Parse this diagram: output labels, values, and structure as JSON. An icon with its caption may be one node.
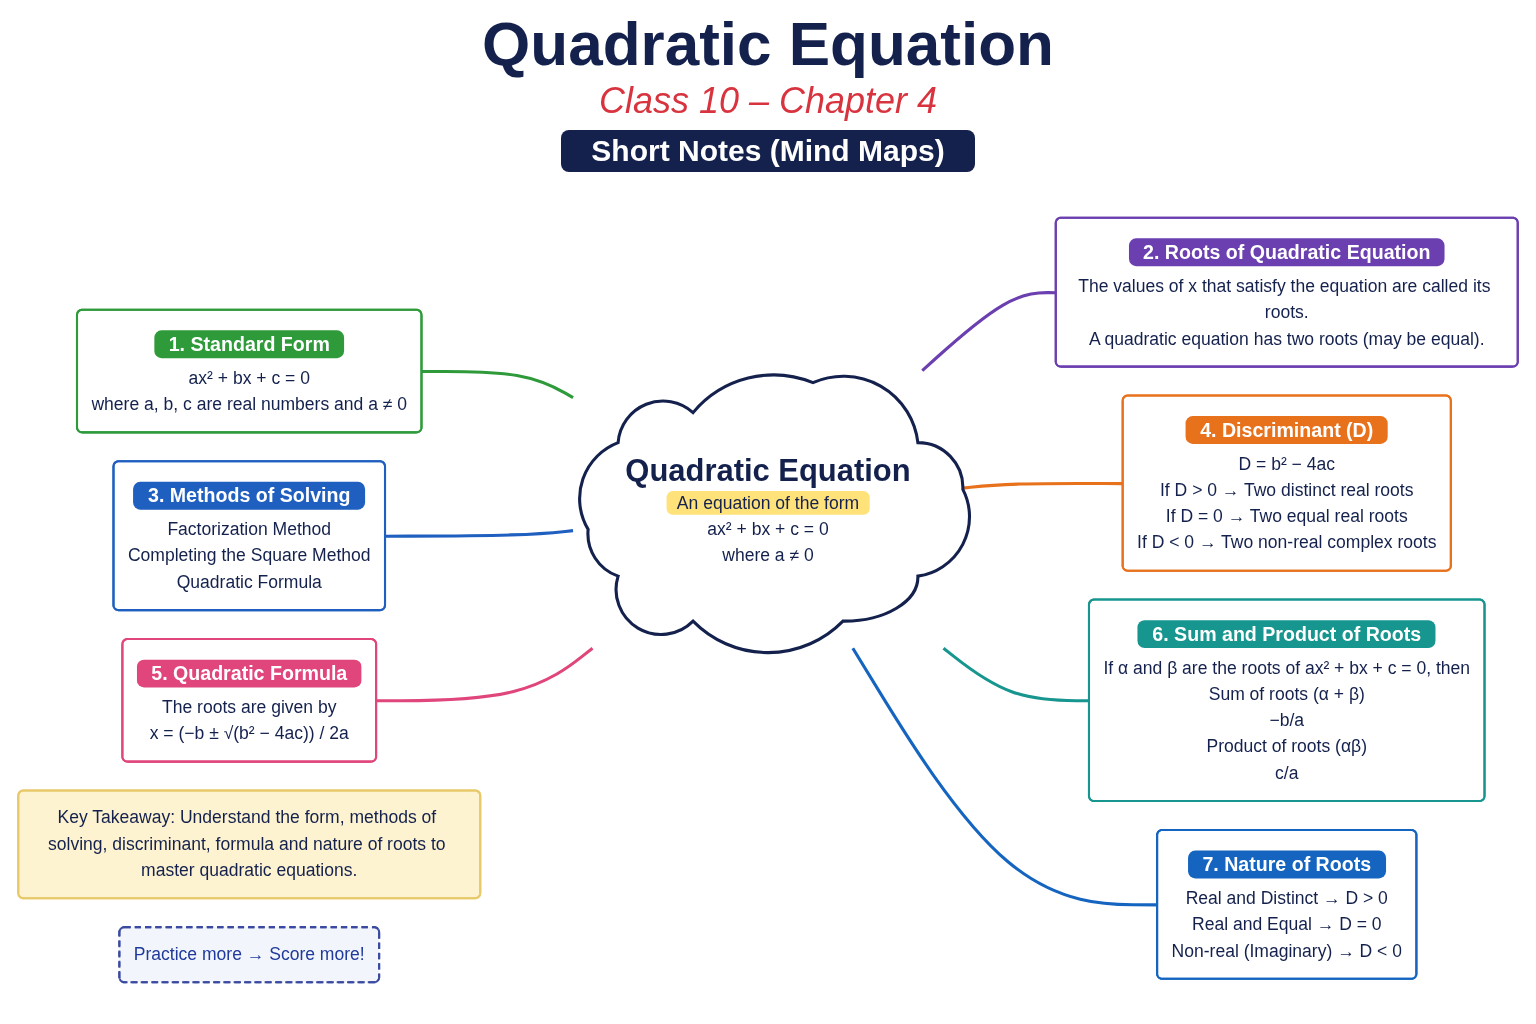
{
  "diagram": {
    "title": "Quadratic Equation",
    "nodes": [
      {
        "text": [
          "Quadratic Equation",
          "An equation of the form",
          "ax² + bx + c = 0",
          "where a ≠ 0"
        ]
      },
      {
        "text": [
          "1. Standard Form",
          "ax² + bx + c = 0",
          "where a, b, c are real numbers and a ≠ 0"
        ]
      },
      {
        "text": [
          "2. Roots of Quadratic Equation",
          "The values of x that satisfy the equation are called its roots.",
          "A quadratic equation has two roots (may be equal)."
        ]
      },
      {
        "text": [
          "3. Methods of Solving",
          "Factorization Method",
          "Completing the Square Method",
          "Quadratic Formula"
        ]
      },
      {
        "text": [
          "4. Discriminant (D)",
          "D = b² − 4ac",
          "If D > 0 → Two distinct real roots",
          "If D = 0 → Two equal real roots",
          "If D < 0 → Two non-real complex roots"
        ]
      },
      {
        "text": [
          "5. Quadratic Formula",
          "The roots are given by",
          "x = (−b ± √(b² − 4ac)) / 2a"
        ]
      },
      {
        "text": [
          "6. Sum and Product of Roots",
          "If α and β are the roots of ax² + bx + c = 0, then",
          "Sum of roots (α + β)",
          "−b/a",
          "Product of roots (αβ)",
          "c/a"
        ]
      },
      {
        "text": [
          "7. Nature of Roots",
          "Real and Distinct → D > 0",
          "Real and Equal → D = 0",
          "Non-real (Imaginary) → D < 0"
        ]
      },
      {
        "text": [
          "Key Takeaway: Understand the form, methods of solving, discriminant, formula and nature of roots to master quadratic equations."
        ]
      },
      {
        "text": [
          "Practice more → Score more!"
        ]
      }
    ],
    "edges": [
      {
        "from": 1,
        "to": 0,
        "arrow": "none",
        "color": "#2e9a3a"
      },
      {
        "from": 0,
        "to": 2,
        "arrow": "none",
        "color": "#6b3fb0"
      },
      {
        "from": 3,
        "to": 0,
        "arrow": "none",
        "color": "#1f5fbf"
      },
      {
        "from": 0,
        "to": 4,
        "arrow": "none",
        "color": "#e8711c"
      },
      {
        "from": 5,
        "to": 0,
        "arrow": "none",
        "color": "#e0467c"
      },
      {
        "from": 0,
        "to": 6,
        "arrow": "none",
        "color": "#17958f"
      },
      {
        "from": 0,
        "to": 7,
        "arrow": "none",
        "color": "#1565c0"
      }
    ],
    "labels": [
      "Class 10 – Chapter 4",
      "Short Notes (Mind Maps)"
    ]
  }
}
